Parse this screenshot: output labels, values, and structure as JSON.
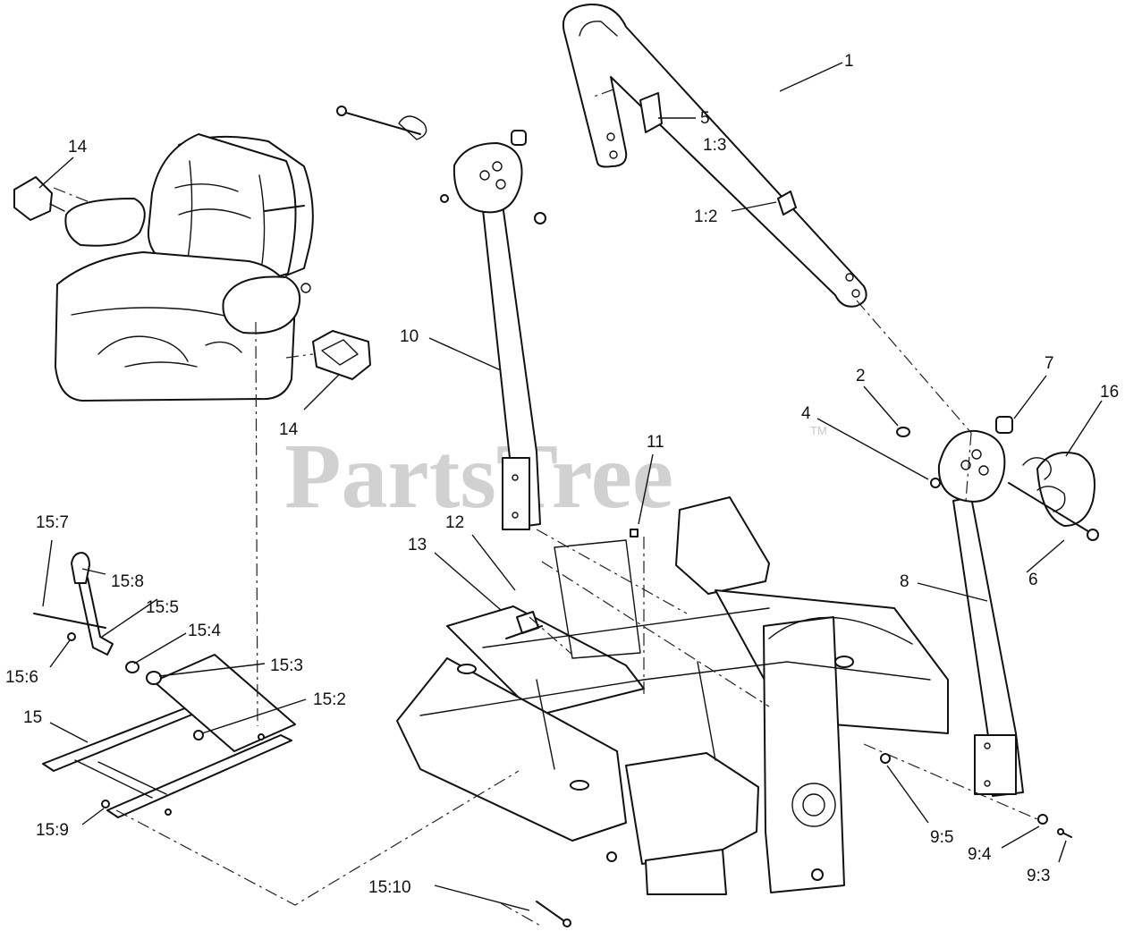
{
  "watermark": {
    "text": "PartsTree",
    "trademark": "TM"
  },
  "callouts": {
    "c1": "1",
    "c5": "5",
    "c1_3": "1:3",
    "c1_2": "1:2",
    "c14a": "14",
    "c14b": "14",
    "c10": "10",
    "c2": "2",
    "c7": "7",
    "c16": "16",
    "c4": "4",
    "c11": "11",
    "c12": "12",
    "c13": "13",
    "c6": "6",
    "c8": "8",
    "c15_7": "15:7",
    "c15_8": "15:8",
    "c15_5": "15:5",
    "c15_4": "15:4",
    "c15_6": "15:6",
    "c15_3": "15:3",
    "c15_2": "15:2",
    "c15": "15",
    "c15_9": "15:9",
    "c15_10": "15:10",
    "c9_5": "9:5",
    "c9_4": "9:4",
    "c9_3": "9:3"
  }
}
